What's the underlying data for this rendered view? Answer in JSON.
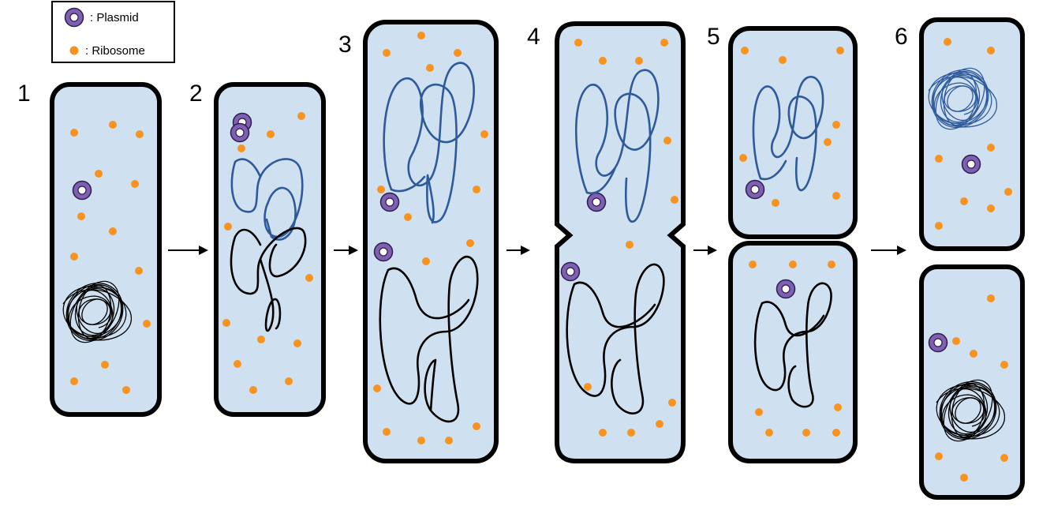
{
  "legend": {
    "plasmid_label": ": Plasmid",
    "ribosome_label": ": Ribosome"
  },
  "steps": [
    "1",
    "2",
    "3",
    "4",
    "5",
    "6"
  ],
  "colors": {
    "cytoplasm": "#cfe0f1",
    "ribosome": "#f7931e",
    "plasmid": "#7e5fb1",
    "original_dna": "#000000",
    "replicated_dna": "#2e5a9a"
  }
}
